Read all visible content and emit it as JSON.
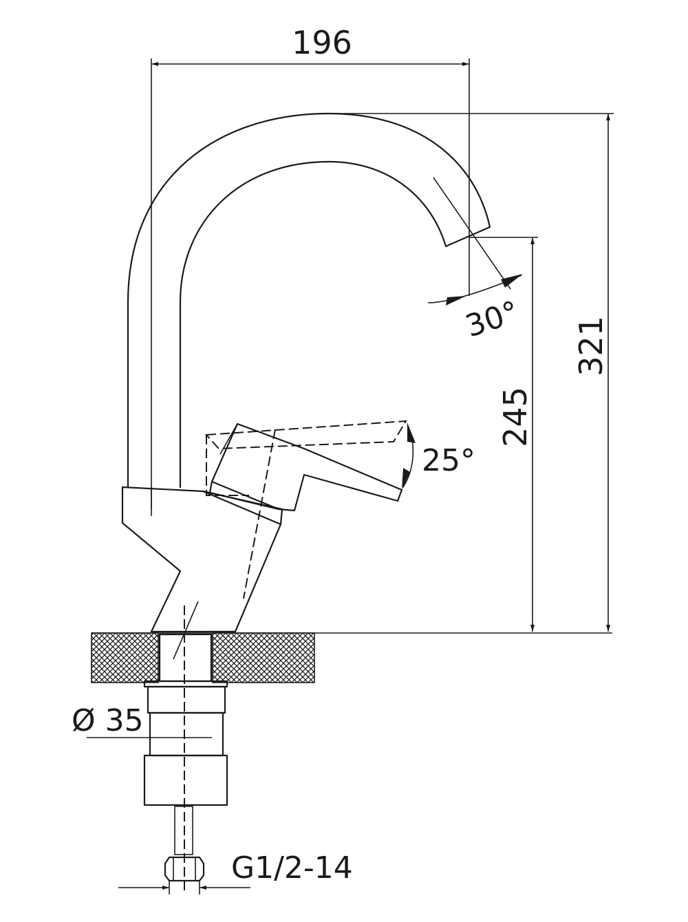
{
  "drawing": {
    "dimensions": {
      "width_top": "196",
      "height_total": "321",
      "height_spout": "245",
      "spout_angle": "30°",
      "lever_angle": "25°",
      "diameter": "Ø 35",
      "thread": "G1/2-14"
    }
  }
}
